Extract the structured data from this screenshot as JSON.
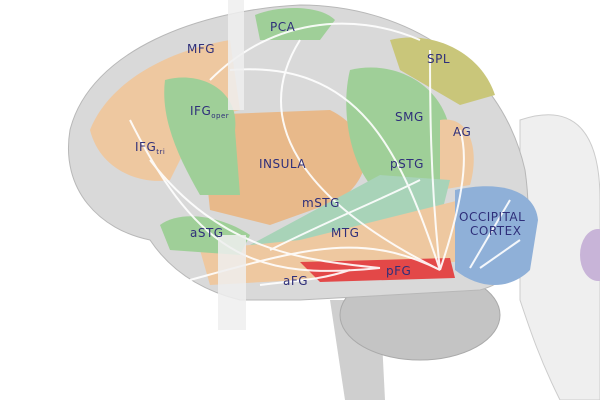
{
  "labels": {
    "pca": "PCA",
    "mfg": "MFG",
    "spl": "SPL",
    "ifg_oper": "IFG",
    "ifg_oper_sub": "oper",
    "smg": "SMG",
    "ag": "AG",
    "ifg_tri": "IFG",
    "ifg_tri_sub": "tri",
    "insula": "INSULA",
    "pstg": "pSTG",
    "mstg": "mSTG",
    "occipital_1": "OCCIPITAL",
    "occipital_2": "CORTEX",
    "astg": "aSTG",
    "mtg": "MTG",
    "pfg": "pFG",
    "afg": "aFG"
  },
  "colors": {
    "frontal": "#eec8a0",
    "green": "#9fcf98",
    "parietal": "#c9c67a",
    "occipital": "#8fb0d8",
    "fusiform": "#e34848",
    "label": "#2f2f7a",
    "cortex": "#d9d9d9"
  }
}
